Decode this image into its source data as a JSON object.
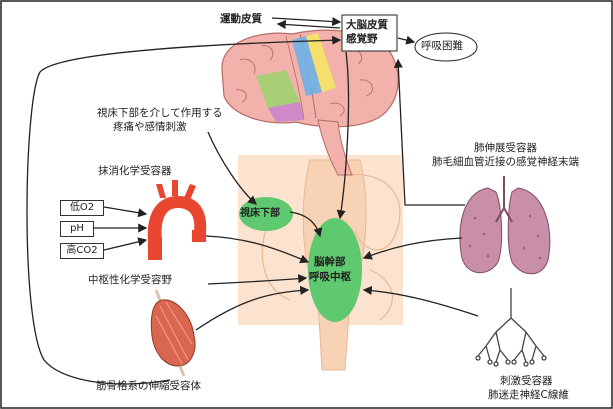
{
  "diagram": {
    "cortex": {
      "motor": "運動皮質",
      "sensory_line1": "大脳皮質",
      "sensory_line2": "感覚野"
    },
    "dyspnea": "呼吸困難",
    "hypothalamus_input": {
      "line1": "視床下部を介して作用する",
      "line2": "疼痛や感情刺激"
    },
    "peripheral_chemo": "抹消化学受容器",
    "chem_inputs": [
      "低O2",
      "pH",
      "高CO2"
    ],
    "central_chemo": "中枢性化学受容野",
    "musculoskeletal": "筋骨格系の伸縮受容体",
    "lung_receptors": {
      "line1": "肺伸展受容器",
      "line2": "肺毛細血管近接の感覚神経末端"
    },
    "irritant_receptors": {
      "line1": "刺激受容器",
      "line2": "肺迷走神経C線維"
    },
    "thalamus": "視床下部",
    "brainstem": {
      "line1": "脳幹部",
      "line2": "呼吸中枢"
    },
    "colors": {
      "brainstem_green": "#5fc96f",
      "beige": "#fbe3cf",
      "artery": "#e8462f",
      "lung": "#c98fa8",
      "muscle": "#d9664f",
      "brain_pink": "#f2a4a4"
    }
  }
}
